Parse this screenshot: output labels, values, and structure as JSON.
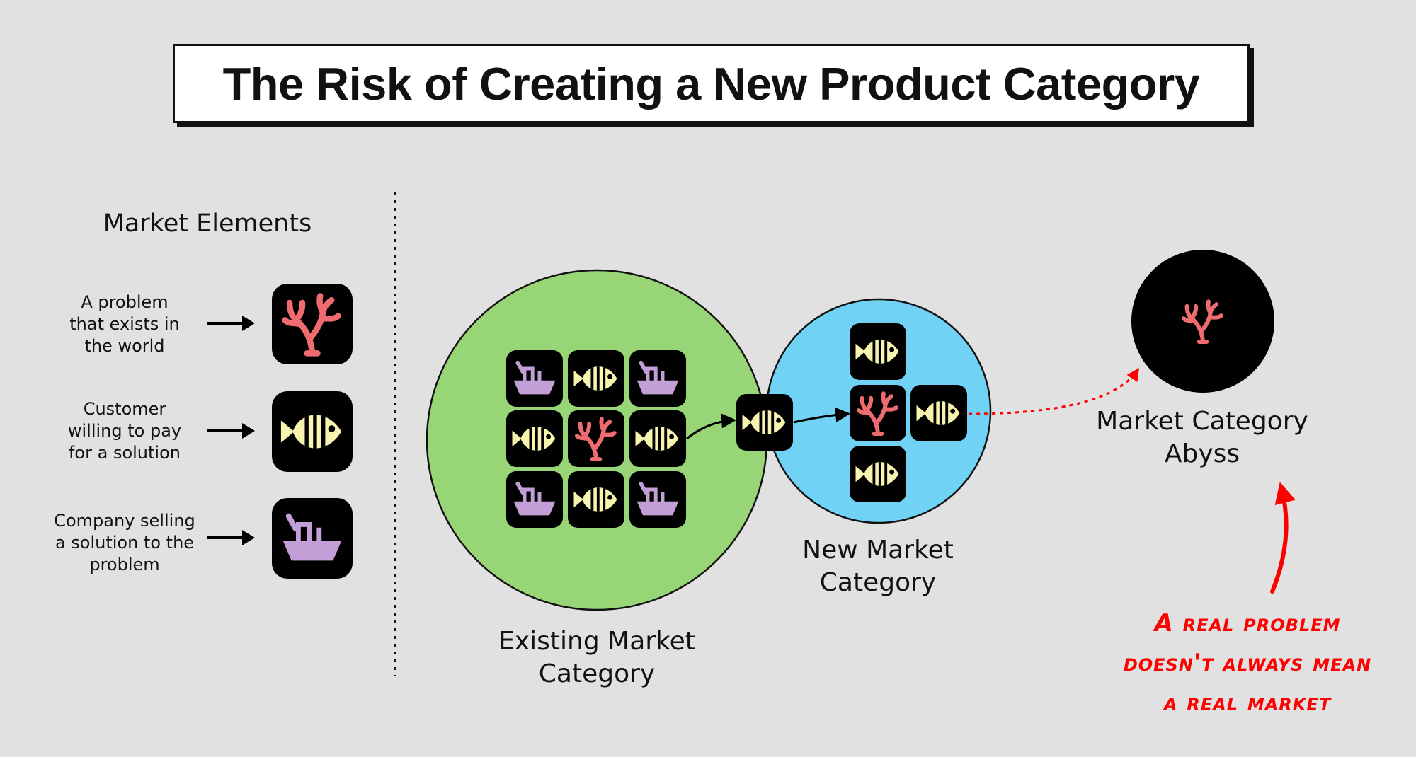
{
  "title": "The Risk of Creating a New Product Category",
  "legend": {
    "heading": "Market Elements",
    "items": [
      {
        "label": [
          "A problem",
          "that exists in",
          "the world"
        ],
        "icon": "coral-icon"
      },
      {
        "label": [
          "Customer",
          "willing to pay",
          "for a solution"
        ],
        "icon": "fish-icon"
      },
      {
        "label": [
          "Company selling",
          "a solution to the",
          "problem"
        ],
        "icon": "ship-icon"
      }
    ]
  },
  "categories": {
    "existing": {
      "label": [
        "Existing Market",
        "Category"
      ],
      "color": "#98d577"
    },
    "new": {
      "label": [
        "New Market",
        "Category"
      ],
      "color": "#70d3f6"
    },
    "abyss": {
      "label": [
        "Market Category",
        "Abyss"
      ],
      "color": "#000000"
    }
  },
  "note": [
    "A real problem",
    "doesn't always mean",
    "a real market"
  ],
  "colors": {
    "coral": "#ee6b6f",
    "fish": "#f8f3ae",
    "ship": "#c39fd7",
    "note": "#ff0000"
  }
}
